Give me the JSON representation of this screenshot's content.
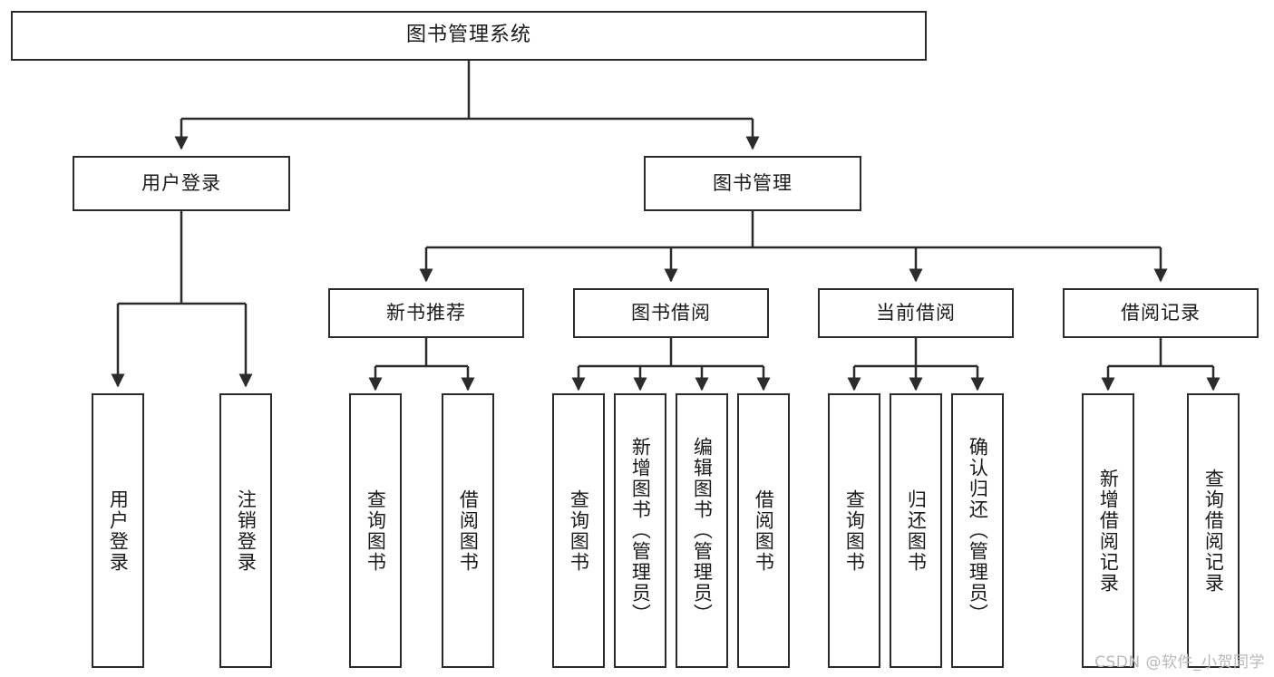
{
  "diagram": {
    "title": "图书管理系统",
    "type": "功能结构图",
    "colors": {
      "stroke": "#2b2b2b",
      "fill": "#ffffff",
      "text": "#1a1a1a",
      "watermark": "#b9b9b9"
    },
    "watermark": "CSDN @软件_小贺同学",
    "root": {
      "label": "图书管理系统"
    },
    "level2": [
      {
        "label": "用户登录"
      },
      {
        "label": "图书管理"
      }
    ],
    "level3": [
      {
        "label": "新书推荐"
      },
      {
        "label": "图书借阅"
      },
      {
        "label": "当前借阅"
      },
      {
        "label": "借阅记录"
      }
    ],
    "leaves": {
      "user_login": [
        {
          "label": "用户登录"
        },
        {
          "label": "注销登录"
        }
      ],
      "new_book_recommend": [
        {
          "label": "查询图书"
        },
        {
          "label": "借阅图书"
        }
      ],
      "book_borrow": [
        {
          "label": "查询图书"
        },
        {
          "label": "新增图书（管理员）"
        },
        {
          "label": "编辑图书（管理员）"
        },
        {
          "label": "借阅图书"
        }
      ],
      "current_borrow": [
        {
          "label": "查询图书"
        },
        {
          "label": "归还图书"
        },
        {
          "label": "确认归还（管理员）"
        }
      ],
      "borrow_record": [
        {
          "label": "新增借阅记录"
        },
        {
          "label": "查询借阅记录"
        }
      ]
    }
  }
}
